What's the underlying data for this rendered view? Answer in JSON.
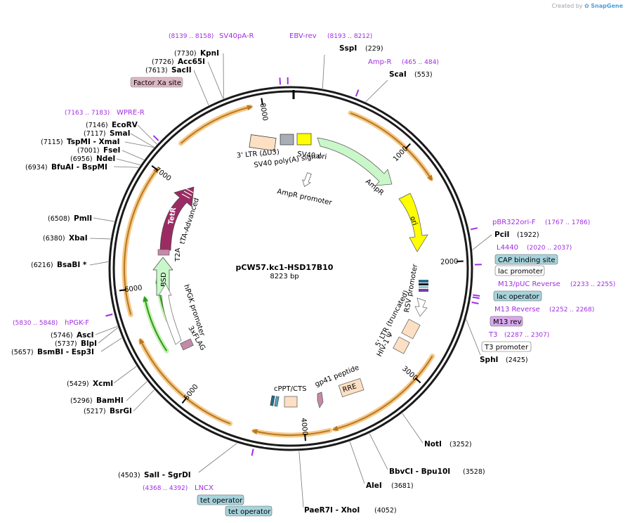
{
  "credit": {
    "text": "Created by",
    "brand": "SnapGene"
  },
  "plasmid": {
    "name": "pCW57.kc1-HSD17B10",
    "length": "8223 bp",
    "bp": 8223
  },
  "ticks": [
    {
      "bp": 1000,
      "label": "1000"
    },
    {
      "bp": 2000,
      "label": "2000"
    },
    {
      "bp": 3000,
      "label": "3000"
    },
    {
      "bp": 4000,
      "label": "4000"
    },
    {
      "bp": 5000,
      "label": "5000"
    },
    {
      "bp": 6000,
      "label": "6000"
    },
    {
      "bp": 7000,
      "label": "7000"
    },
    {
      "bp": 8000,
      "label": "8000"
    }
  ],
  "enzymes": [
    {
      "name": "SspI",
      "pos": "(229)",
      "bp": 229
    },
    {
      "name": "ScaI",
      "pos": "(553)",
      "bp": 553
    },
    {
      "name": "PciI",
      "pos": "(1922)",
      "bp": 1922
    },
    {
      "name": "SphI",
      "pos": "(2425)",
      "bp": 2425
    },
    {
      "name": "NotI",
      "pos": "(3252)",
      "bp": 3252
    },
    {
      "name": "BbvCI - Bpu10I",
      "pos": "(3528)",
      "bp": 3528
    },
    {
      "name": "AleI",
      "pos": "(3681)",
      "bp": 3681
    },
    {
      "name": "PaeR7I - XhoI",
      "pos": "(4052)",
      "bp": 4052
    },
    {
      "name": "SalI - SgrDI",
      "pos": "(4503)",
      "bp": 4503
    },
    {
      "name": "BsrGI",
      "pos": "(5217)",
      "bp": 5217
    },
    {
      "name": "BamHI",
      "pos": "(5296)",
      "bp": 5296
    },
    {
      "name": "XcmI",
      "pos": "(5429)",
      "bp": 5429
    },
    {
      "name": "BsmBI - Esp3I",
      "pos": "(5657)",
      "bp": 5657
    },
    {
      "name": "BlpI",
      "pos": "(5737)",
      "bp": 5737
    },
    {
      "name": "AscI",
      "pos": "(5746)",
      "bp": 5746
    },
    {
      "name": "BsaBI *",
      "pos": "(6216)",
      "bp": 6216
    },
    {
      "name": "XbaI",
      "pos": "(6380)",
      "bp": 6380
    },
    {
      "name": "PmlI",
      "pos": "(6508)",
      "bp": 6508
    },
    {
      "name": "BfuAI - BspMI",
      "pos": "(6934)",
      "bp": 6934
    },
    {
      "name": "NdeI",
      "pos": "(6956)",
      "bp": 6956
    },
    {
      "name": "FseI",
      "pos": "(7001)",
      "bp": 7001
    },
    {
      "name": "TspMI - XmaI",
      "pos": "(7115)",
      "bp": 7115
    },
    {
      "name": "SmaI",
      "pos": "(7117)",
      "bp": 7117
    },
    {
      "name": "EcoRV",
      "pos": "(7146)",
      "bp": 7146
    },
    {
      "name": "SacII",
      "pos": "(7613)",
      "bp": 7613
    },
    {
      "name": "Acc65I",
      "pos": "(7726)",
      "bp": 7726
    },
    {
      "name": "KpnI",
      "pos": "(7730)",
      "bp": 7730
    }
  ],
  "primers": [
    {
      "name": "SV40pA-R",
      "range": "(8139 .. 8158)"
    },
    {
      "name": "EBV-rev",
      "range": "(8193 .. 8212)"
    },
    {
      "name": "Amp-R",
      "range": "(465 .. 484)"
    },
    {
      "name": "pBR322ori-F",
      "range": "(1767 .. 1786)"
    },
    {
      "name": "L4440",
      "range": "(2020 .. 2037)"
    },
    {
      "name": "M13/pUC Reverse",
      "range": "(2233 .. 2255)"
    },
    {
      "name": "M13 Reverse",
      "range": "(2252 .. 2268)"
    },
    {
      "name": "T3",
      "range": "(2287 .. 2307)"
    },
    {
      "name": "hPGK-F",
      "range": "(5830 .. 5848)"
    },
    {
      "name": "WPRE-R",
      "range": "(7163 .. 7183)"
    },
    {
      "name": "LNCX",
      "range": "(4368 .. 4392)"
    }
  ],
  "boxed_labels": {
    "factor_xa": "Factor Xa site",
    "cap_site": "CAP binding site",
    "lac_promoter": "lac promoter",
    "lac_operator": "lac operator",
    "m13_rev": "M13 rev",
    "t3_promoter": "T3 promoter",
    "tet_operator_1": "tet operator",
    "tet_operator_2": "tet operator"
  },
  "features": {
    "ltr3": "3' LTR (ΔU3)",
    "sv40_polya": "SV40 poly(A) signal",
    "sv40_ori": "SV40 ori",
    "ampr_promoter": "AmpR promoter",
    "ampr": "AmpR",
    "ori": "ori",
    "rsv_promoter": "RSV promoter",
    "ltr5": "5' LTR (truncated)",
    "hiv_psi": "HIV-1 Ψ",
    "rre": "RRE",
    "gp41": "gp41 peptide",
    "cppt": "cPPT/CTS",
    "tetr": "TetR",
    "tta": "tTA-Advanced",
    "t2a": "T2A",
    "bsd": "BSD",
    "hpgk": "hPGK promoter",
    "flag": "3xFLAG"
  },
  "colors": {
    "backbone": "#1a1a1a",
    "primer": "#a22de0",
    "orf_arc": "#b8781f",
    "orf_glow": "#f5c98a",
    "bsd_arc": "#2f9a1f",
    "bsd_glow": "#c8f0b4",
    "ampr": "#c9f7c9",
    "ori": "#ffff00",
    "ltr": "#fde0c4",
    "tetr": "#9b2c63",
    "operator": "#a7d3dc",
    "factor_xa": "#ddb6c4",
    "m13rev": "#d8a8ec"
  }
}
